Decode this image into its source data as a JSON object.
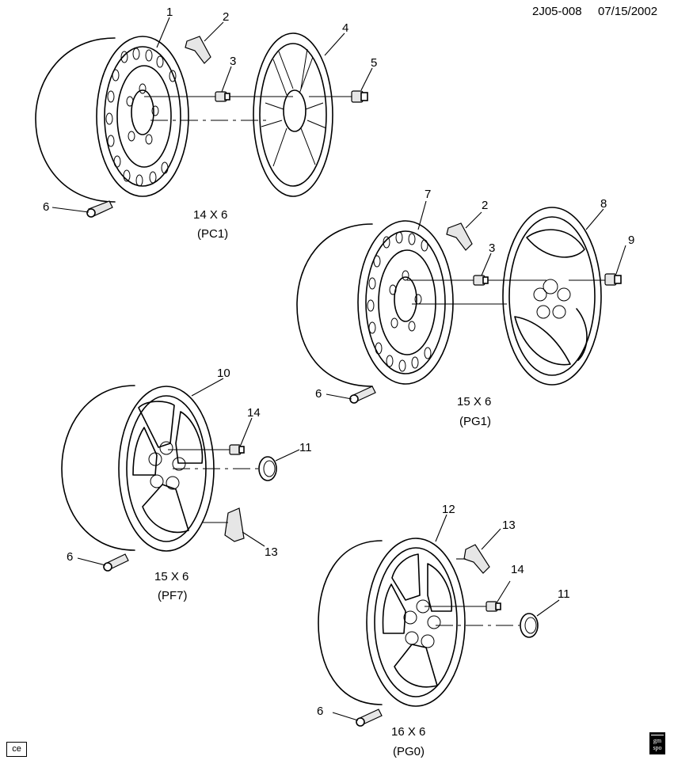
{
  "header": {
    "code": "2J05-008",
    "date": "07/15/2002"
  },
  "wheels": [
    {
      "size": "14 X 6",
      "option": "(PC1)"
    },
    {
      "size": "15 X 6",
      "option": "(PG1)"
    },
    {
      "size": "15 X 6",
      "option": "(PF7)"
    },
    {
      "size": "16 X 6",
      "option": "(PG0)"
    }
  ],
  "callouts": {
    "c1": "1",
    "c2a": "2",
    "c3a": "3",
    "c4": "4",
    "c5": "5",
    "c6a": "6",
    "c7": "7",
    "c2b": "2",
    "c3b": "3",
    "c8": "8",
    "c9": "9",
    "c6b": "6",
    "c10": "10",
    "c14a": "14",
    "c11a": "11",
    "c13a": "13",
    "c6c": "6",
    "c12": "12",
    "c13b": "13",
    "c14b": "14",
    "c11b": "11",
    "c6d": "6"
  },
  "footer": {
    "left_mark": "ce",
    "logo_text": "gm spo",
    "logo_icon": "gm-spo-logo-icon"
  }
}
